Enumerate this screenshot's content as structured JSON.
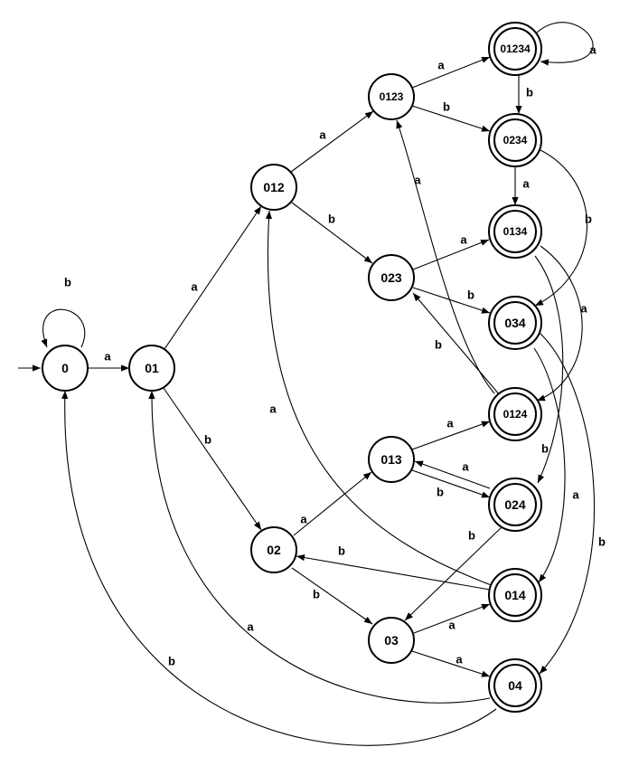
{
  "diagram": {
    "type": "DFA",
    "start_state": "0",
    "nodes": [
      {
        "label": "0",
        "accepting": false
      },
      {
        "label": "01",
        "accepting": false
      },
      {
        "label": "012",
        "accepting": false
      },
      {
        "label": "02",
        "accepting": false
      },
      {
        "label": "0123",
        "accepting": false
      },
      {
        "label": "023",
        "accepting": false
      },
      {
        "label": "013",
        "accepting": false
      },
      {
        "label": "03",
        "accepting": false
      },
      {
        "label": "01234",
        "accepting": true
      },
      {
        "label": "0234",
        "accepting": true
      },
      {
        "label": "0134",
        "accepting": true
      },
      {
        "label": "034",
        "accepting": true
      },
      {
        "label": "0124",
        "accepting": true
      },
      {
        "label": "024",
        "accepting": true
      },
      {
        "label": "014",
        "accepting": true
      },
      {
        "label": "04",
        "accepting": true
      }
    ],
    "edges": [
      {
        "from": "0",
        "to": "0",
        "symbol": "b"
      },
      {
        "from": "0",
        "to": "01",
        "symbol": "a"
      },
      {
        "from": "01",
        "to": "012",
        "symbol": "a"
      },
      {
        "from": "01",
        "to": "02",
        "symbol": "b"
      },
      {
        "from": "012",
        "to": "0123",
        "symbol": "a"
      },
      {
        "from": "012",
        "to": "023",
        "symbol": "b"
      },
      {
        "from": "0123",
        "to": "01234",
        "symbol": "a"
      },
      {
        "from": "0123",
        "to": "0234",
        "symbol": "b"
      },
      {
        "from": "01234",
        "to": "01234",
        "symbol": "a"
      },
      {
        "from": "01234",
        "to": "0234",
        "symbol": "b"
      },
      {
        "from": "0234",
        "to": "0134",
        "symbol": "a"
      },
      {
        "from": "0234",
        "to": "034",
        "symbol": "b"
      },
      {
        "from": "023",
        "to": "0134",
        "symbol": "a"
      },
      {
        "from": "023",
        "to": "034",
        "symbol": "b"
      },
      {
        "from": "0134",
        "to": "0124",
        "symbol": "a"
      },
      {
        "from": "0134",
        "to": "024",
        "symbol": "b"
      },
      {
        "from": "034",
        "to": "014",
        "symbol": "a"
      },
      {
        "from": "034",
        "to": "04",
        "symbol": "b"
      },
      {
        "from": "0124",
        "to": "0123",
        "symbol": "a"
      },
      {
        "from": "0124",
        "to": "023",
        "symbol": "b"
      },
      {
        "from": "013",
        "to": "0124",
        "symbol": "a"
      },
      {
        "from": "013",
        "to": "024",
        "symbol": "b"
      },
      {
        "from": "024",
        "to": "013",
        "symbol": "a"
      },
      {
        "from": "024",
        "to": "03",
        "symbol": "b"
      },
      {
        "from": "02",
        "to": "013",
        "symbol": "a"
      },
      {
        "from": "02",
        "to": "03",
        "symbol": "b"
      },
      {
        "from": "014",
        "to": "012",
        "symbol": "a"
      },
      {
        "from": "014",
        "to": "02",
        "symbol": "b"
      },
      {
        "from": "03",
        "to": "014",
        "symbol": "a"
      },
      {
        "from": "03",
        "to": "04",
        "symbol": "a"
      },
      {
        "from": "04",
        "to": "01",
        "symbol": "a"
      },
      {
        "from": "04",
        "to": "0",
        "symbol": "b"
      }
    ]
  }
}
